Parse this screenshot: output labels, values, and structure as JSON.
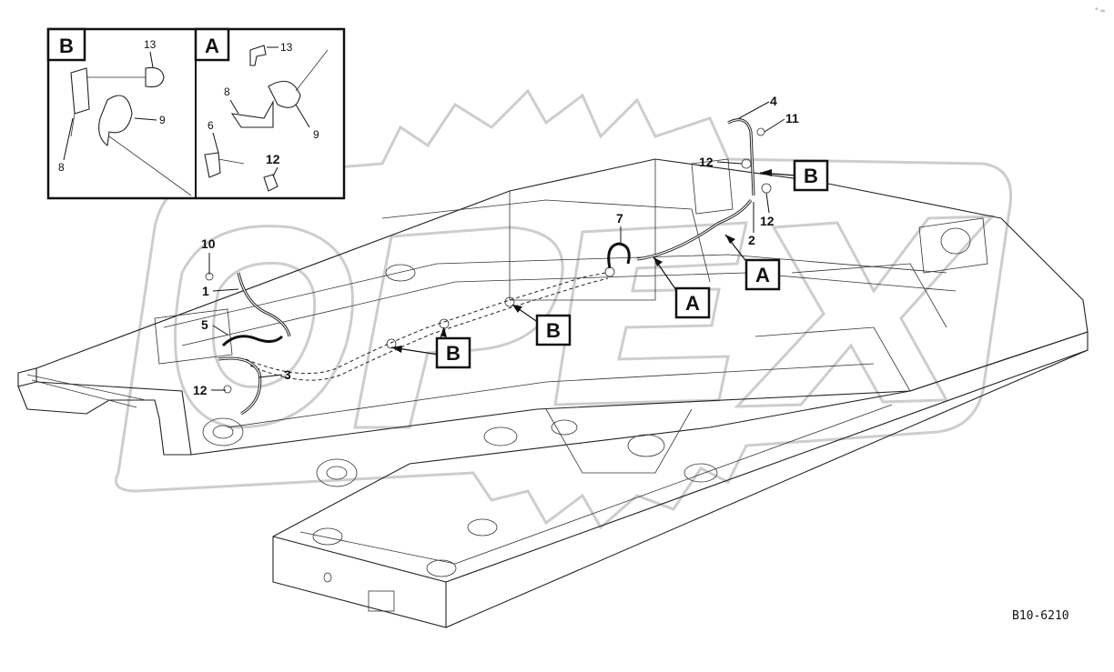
{
  "drawing_code": "B10-6210",
  "watermark_text": "OPEX",
  "corner_mark": "° ∞",
  "detail_views": [
    {
      "id": "B",
      "parts": [
        "13",
        "9",
        "8"
      ]
    },
    {
      "id": "A",
      "parts": [
        "13",
        "8",
        "9",
        "6",
        "12"
      ]
    }
  ],
  "callouts": {
    "p1": "1",
    "p2": "2",
    "p3": "3",
    "p4": "4",
    "p5": "5",
    "p7": "7",
    "p10": "10",
    "p11": "11",
    "p12a": "12",
    "p12b": "12",
    "p12c": "12"
  },
  "view_markers": {
    "b1": "B",
    "b2": "B",
    "b3": "B",
    "a1": "A",
    "a2": "A"
  }
}
